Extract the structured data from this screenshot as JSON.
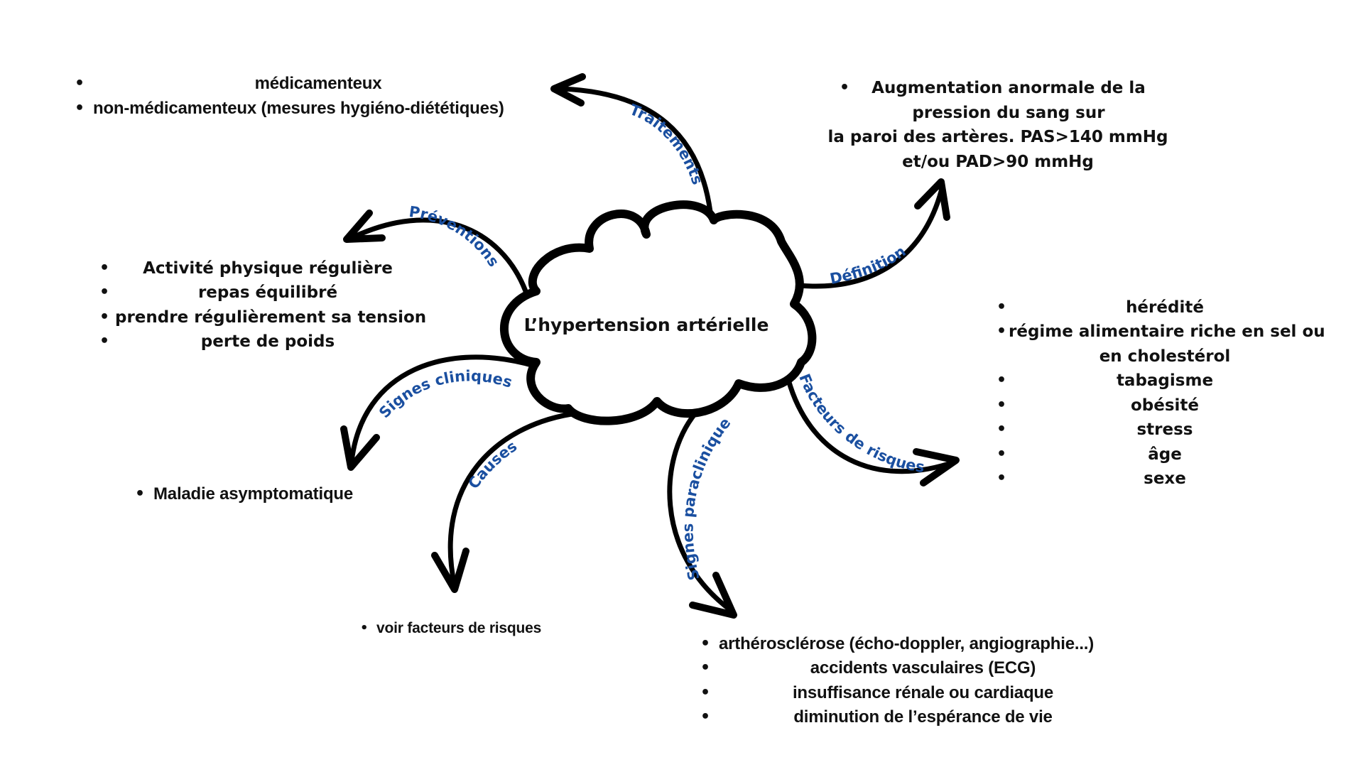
{
  "center": {
    "title": "L’hypertension artérielle"
  },
  "branches": {
    "traitements": {
      "label": "Traitements",
      "items": [
        "médicamenteux",
        "non-médicamenteux (mesures hygiéno-diététiques)"
      ]
    },
    "definition": {
      "label": "Définition",
      "lines": [
        "Augmentation anormale de la",
        "pression du sang sur",
        "la paroi des artères. PAS>140 mmHg",
        "et/ou PAD>90 mmHg"
      ]
    },
    "preventions": {
      "label": "Préventions",
      "items": [
        "Activité physique régulière",
        "repas équilibré",
        "prendre régulièrement sa tension",
        "perte de poids"
      ]
    },
    "facteurs": {
      "label": "Facteurs de risques",
      "items": [
        "hérédité",
        "régime alimentaire riche en sel ou",
        "en cholestérol",
        "tabagisme",
        "obésité",
        "stress",
        "âge",
        "sexe"
      ]
    },
    "signes_cliniques": {
      "label": "Signes cliniques",
      "items": [
        "Maladie asymptomatique"
      ]
    },
    "causes": {
      "label": "Causes",
      "items": [
        "voir facteurs de risques"
      ]
    },
    "signes_paracliniques": {
      "label": "Signes paracliniques",
      "items": [
        "arthérosclérose (écho-doppler, angiographie...)",
        "accidents vasculaires (ECG)",
        "insuffisance rénale ou cardiaque",
        "diminution de l’espérance de vie"
      ]
    }
  },
  "bullet_glyph": "•",
  "colors": {
    "label_blue": "#1a4fa0",
    "stroke": "#000000",
    "text": "#111111"
  }
}
